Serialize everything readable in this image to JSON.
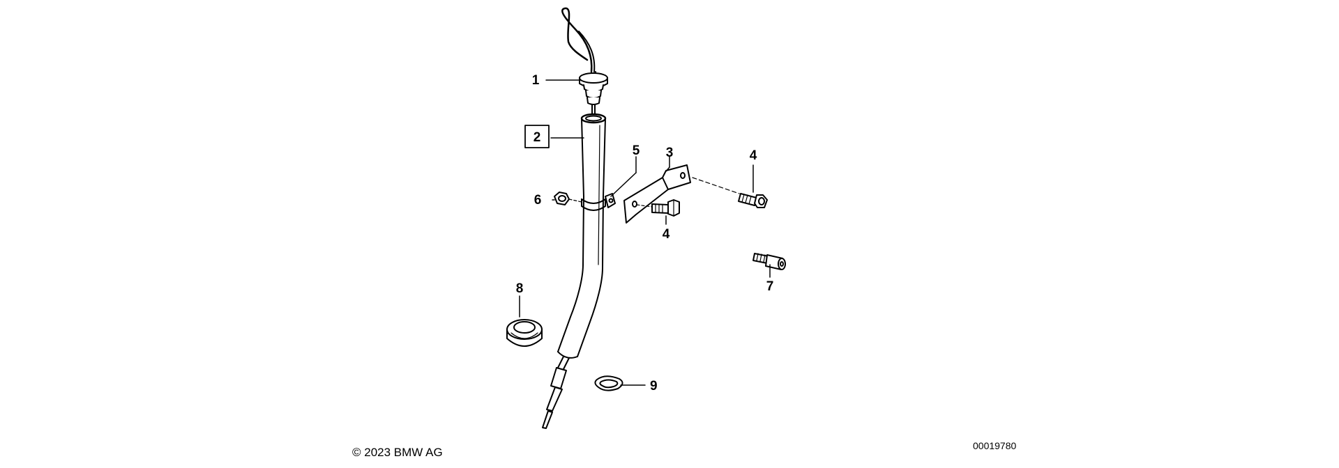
{
  "diagram": {
    "callouts": {
      "c1": "1",
      "c2": "2",
      "c3": "3",
      "c4a": "4",
      "c4b": "4",
      "c5": "5",
      "c6": "6",
      "c7": "7",
      "c8": "8",
      "c9": "9"
    }
  },
  "footer": {
    "copyright": "© 2023 BMW AG",
    "drawing_id": "00019780"
  }
}
